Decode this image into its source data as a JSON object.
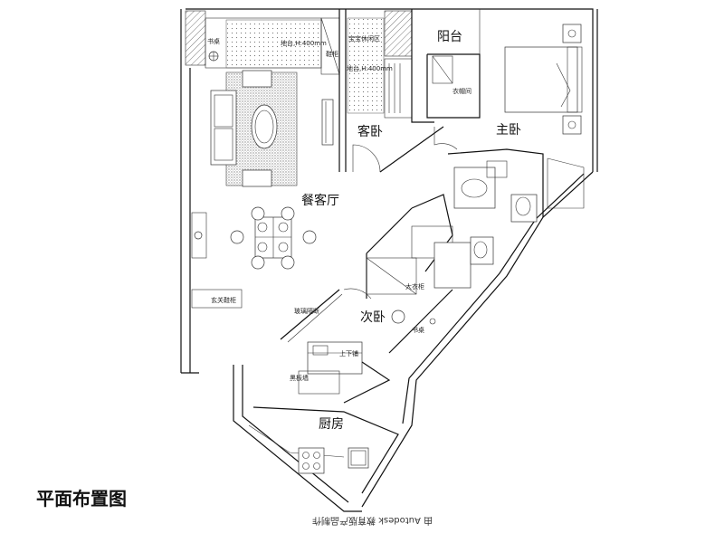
{
  "title": "平面布置图",
  "watermark": "由 Autodesk 教育版产品制作",
  "rooms": {
    "dining_living": "餐客厅",
    "guest_bedroom": "客卧",
    "master_bedroom": "主卧",
    "balcony": "阳台",
    "second_bedroom": "次卧",
    "kitchen": "厨房"
  },
  "labels": {
    "desk_top": "书桌",
    "platform_left": "地台,H:400mm",
    "shoe_cab_top": "鞋柜",
    "baby_area": "宝宝休闲区",
    "platform_right": "地台,H:400mm",
    "cloakroom": "衣帽间",
    "entry_shoe": "玄关鞋柜",
    "big_wardrobe": "大衣柜",
    "glass_partition": "玻璃隔断",
    "bunk_bed": "上下铺",
    "desk_second": "书桌",
    "blackboard": "黑板墙"
  }
}
